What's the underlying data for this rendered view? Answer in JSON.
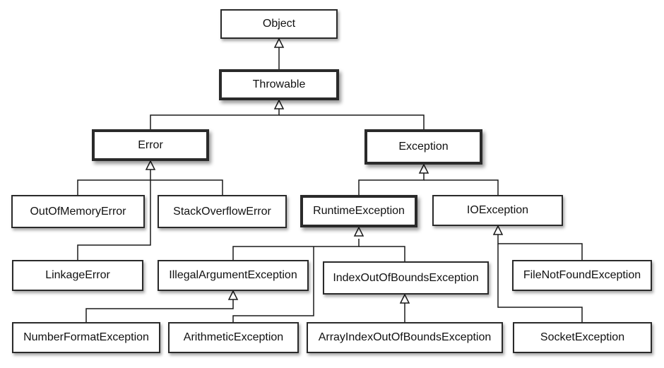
{
  "diagram": {
    "nodes": {
      "object": "Object",
      "throwable": "Throwable",
      "error": "Error",
      "exception": "Exception",
      "out_of_memory_error": "OutOfMemoryError",
      "stack_overflow_error": "StackOverflowError",
      "runtime_exception": "RuntimeException",
      "io_exception": "IOException",
      "linkage_error": "LinkageError",
      "illegal_argument_exception": "IllegalArgumentException",
      "index_out_of_bounds_exception": "IndexOutOfBoundsException",
      "file_not_found_exception": "FileNotFoundException",
      "number_format_exception": "NumberFormatException",
      "arithmetic_exception": "ArithmeticException",
      "array_index_out_of_bounds_exception": "ArrayIndexOutOfBoundsException",
      "socket_exception": "SocketException"
    },
    "edges": [
      {
        "child": "throwable",
        "parent": "object"
      },
      {
        "child": "error",
        "parent": "throwable"
      },
      {
        "child": "exception",
        "parent": "throwable"
      },
      {
        "child": "out_of_memory_error",
        "parent": "error"
      },
      {
        "child": "stack_overflow_error",
        "parent": "error"
      },
      {
        "child": "linkage_error",
        "parent": "error"
      },
      {
        "child": "runtime_exception",
        "parent": "exception"
      },
      {
        "child": "io_exception",
        "parent": "exception"
      },
      {
        "child": "illegal_argument_exception",
        "parent": "runtime_exception"
      },
      {
        "child": "index_out_of_bounds_exception",
        "parent": "runtime_exception"
      },
      {
        "child": "arithmetic_exception",
        "parent": "runtime_exception"
      },
      {
        "child": "number_format_exception",
        "parent": "illegal_argument_exception"
      },
      {
        "child": "array_index_out_of_bounds_exception",
        "parent": "index_out_of_bounds_exception"
      },
      {
        "child": "file_not_found_exception",
        "parent": "io_exception"
      },
      {
        "child": "socket_exception",
        "parent": "io_exception"
      }
    ],
    "colors": {
      "line": "#1a1a1a",
      "box_border": "#2a2a2a",
      "background": "#ffffff"
    }
  }
}
